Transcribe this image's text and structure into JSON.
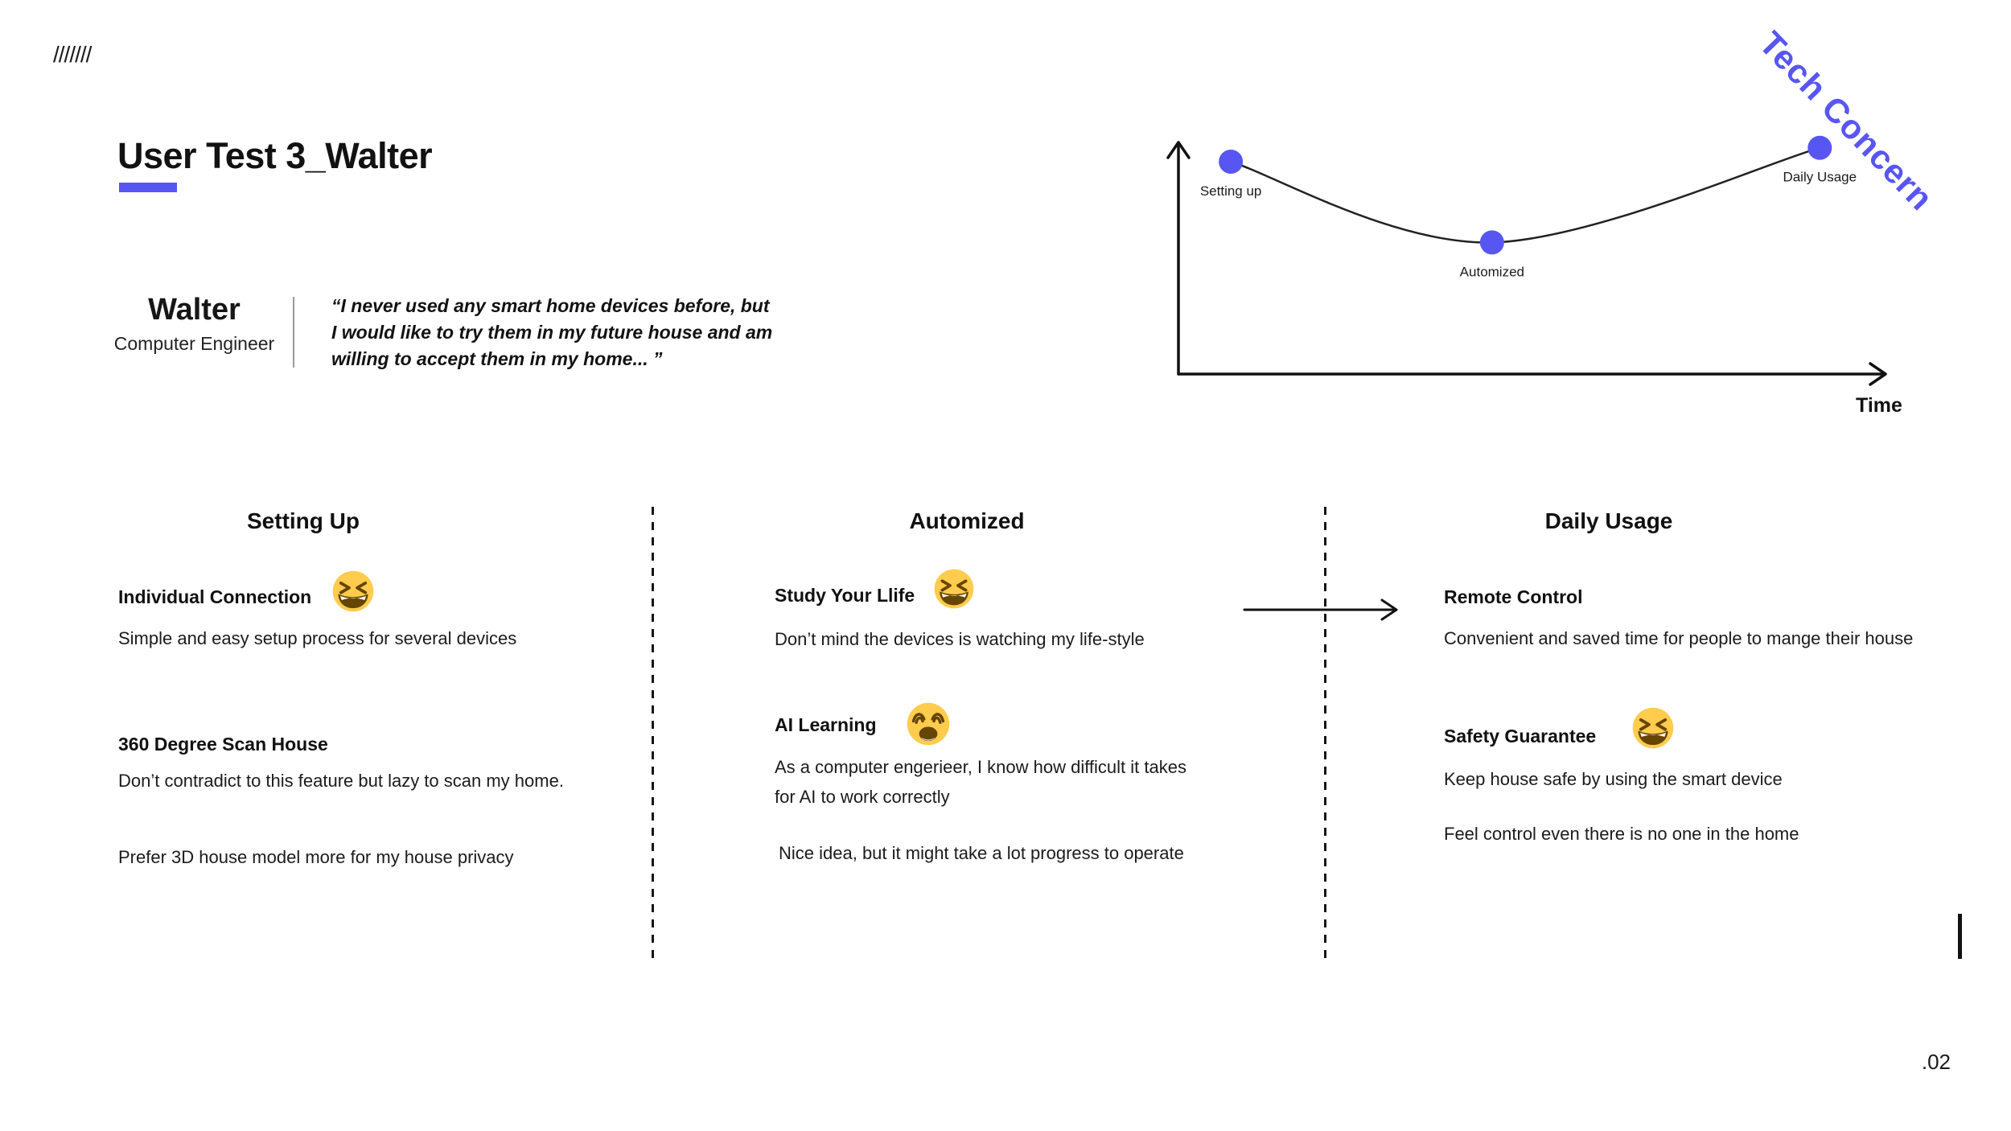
{
  "page": {
    "slashes": "///////",
    "page_number": ".02"
  },
  "header": {
    "title": "User Test 3_Walter"
  },
  "profile": {
    "name": "Walter",
    "role": "Computer Engineer",
    "quote_lines": [
      "“I never used any smart home devices before, but",
      "I would like to try them in my future house and am",
      "willing to accept them in my home... ”"
    ]
  },
  "chart_data": {
    "type": "line",
    "title": "",
    "xlabel": "Time",
    "ylabel": "",
    "annotation": "Tech Concern",
    "x_range": [
      0,
      1
    ],
    "y_range": [
      0,
      1
    ],
    "grid": false,
    "legend": false,
    "points": [
      {
        "label": "Setting up",
        "x": 0.074,
        "y": 0.92
      },
      {
        "label": "Automized",
        "x": 0.443,
        "y": 0.57
      },
      {
        "label": "Daily Usage",
        "x": 0.906,
        "y": 0.98
      }
    ]
  },
  "columns": [
    {
      "title": "Setting Up",
      "items": [
        {
          "heading": "Individual Connection",
          "emoji": "grinning-squinting",
          "body": [
            "Simple and easy setup process for several devices"
          ]
        },
        {
          "heading": "360 Degree Scan House",
          "emoji": null,
          "body": [
            "Don’t contradict to this feature but lazy to scan my home.",
            "Prefer 3D house model more for my house privacy"
          ]
        }
      ]
    },
    {
      "title": "Automized",
      "items": [
        {
          "heading": "Study Your Llife",
          "emoji": "grinning-squinting",
          "body": [
            "Don’t mind the devices is watching my life-style"
          ]
        },
        {
          "heading": "AI Learning",
          "emoji": "weary",
          "body": [
            "As a computer engerieer, I know how difficult it takes for AI to work correctly",
            "Nice idea, but it might take a lot progress to operate"
          ]
        }
      ]
    },
    {
      "title": "Daily Usage",
      "items": [
        {
          "heading": "Remote Control",
          "emoji": null,
          "body": [
            "Convenient and saved time for people to mange their house"
          ]
        },
        {
          "heading": "Safety Guarantee",
          "emoji": "grinning-squinting",
          "body": [
            "Keep house safe by using the smart device",
            "Feel control even there is no one in the home"
          ]
        }
      ]
    }
  ],
  "colors": {
    "accent": "#5856F2",
    "text": "#161616"
  }
}
